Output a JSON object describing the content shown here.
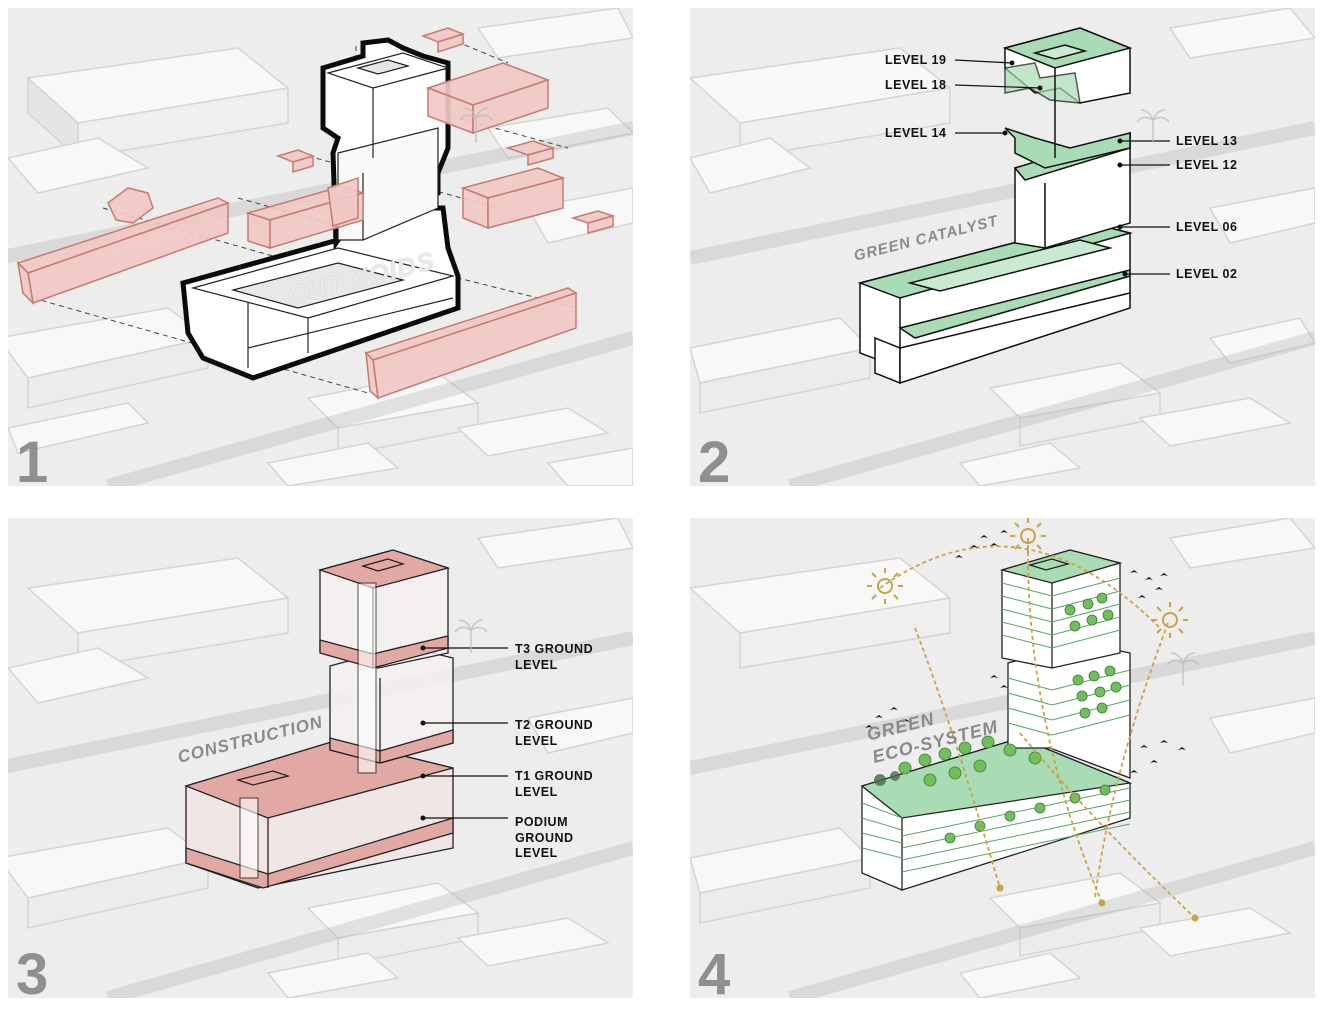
{
  "panels": [
    {
      "number": "1",
      "caption": "CUT VOIDS",
      "labels": []
    },
    {
      "number": "2",
      "caption": "GREEN CATALYST",
      "labels": [
        "LEVEL 19",
        "LEVEL 18",
        "LEVEL 14",
        "LEVEL 13",
        "LEVEL 12",
        "LEVEL 06",
        "LEVEL 02"
      ]
    },
    {
      "number": "3",
      "caption": "CONSTRUCTION",
      "labels": [
        "T3 GROUND\nLEVEL",
        "T2 GROUND\nLEVEL",
        "T1 GROUND\nLEVEL",
        "PODIUM\nGROUND\nLEVEL"
      ]
    },
    {
      "number": "4",
      "caption": "GREEN\nECO-SYSTEM",
      "labels": []
    }
  ],
  "colors": {
    "background": "#ededed",
    "context_blocks": "#f7f7f7",
    "void_red": "#f0c8c4",
    "void_red_stroke": "#c77a72",
    "green_roof": "#a9dcb4",
    "green_stroke": "#2d6b3c",
    "construction_red": "#e2a8a4",
    "sun_path": "#c9a24a"
  },
  "icons": [
    "sun-icon",
    "tree-icon",
    "bird-icon",
    "palm-tree-icon"
  ]
}
